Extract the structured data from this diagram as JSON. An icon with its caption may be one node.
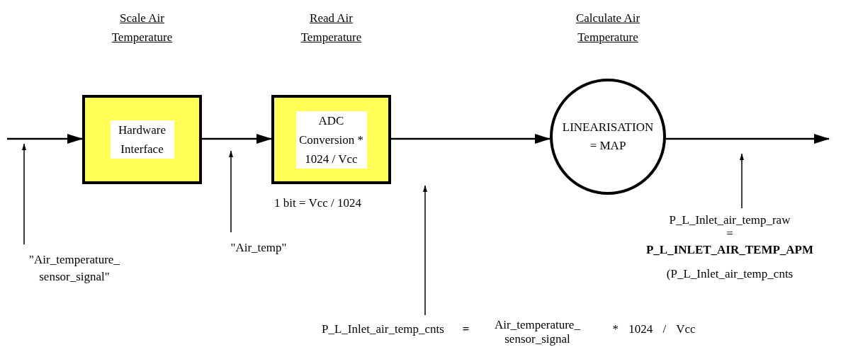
{
  "diagram": {
    "nodes": [
      {
        "text": [
          "Scale Air Temperature",
          "Hardware Interface"
        ]
      },
      {
        "text": [
          "Read Air Temperature",
          "ADC Conversion * 1024 / Vcc"
        ],
        "beside": [
          "1 bit = Vcc / 1024"
        ]
      },
      {
        "text": [
          "Calculate Air Temperature",
          "LINEARISATION = MAP"
        ]
      },
      {
        "text": [
          "\"Air_temperature_ sensor_signal\""
        ]
      },
      {
        "text": [
          "\"Air_temp\""
        ]
      },
      {
        "text": [
          "P_L_Inlet_air_temp_cnts",
          "=",
          "Air_temperature_ sensor_signal",
          "* 1024 / Vcc"
        ]
      },
      {
        "text": [
          "P_L_Inlet_air_temp_raw",
          "=",
          "P_L_INLET_AIR_TEMP_APM",
          "(P_L_Inlet_air_temp_cnts"
        ]
      }
    ],
    "edges": [
      {
        "from": null,
        "to": 0,
        "arrow": "to"
      },
      {
        "from": 0,
        "to": 1,
        "arrow": "to"
      },
      {
        "from": 1,
        "to": 2,
        "arrow": "to"
      },
      {
        "from": 2,
        "to": null,
        "arrow": "to"
      },
      {
        "from": 3,
        "to": null,
        "arrow": "to"
      },
      {
        "from": 4,
        "to": null,
        "arrow": "to"
      },
      {
        "from": 5,
        "to": null,
        "arrow": "to"
      },
      {
        "from": 6,
        "to": null,
        "arrow": "to"
      }
    ]
  }
}
